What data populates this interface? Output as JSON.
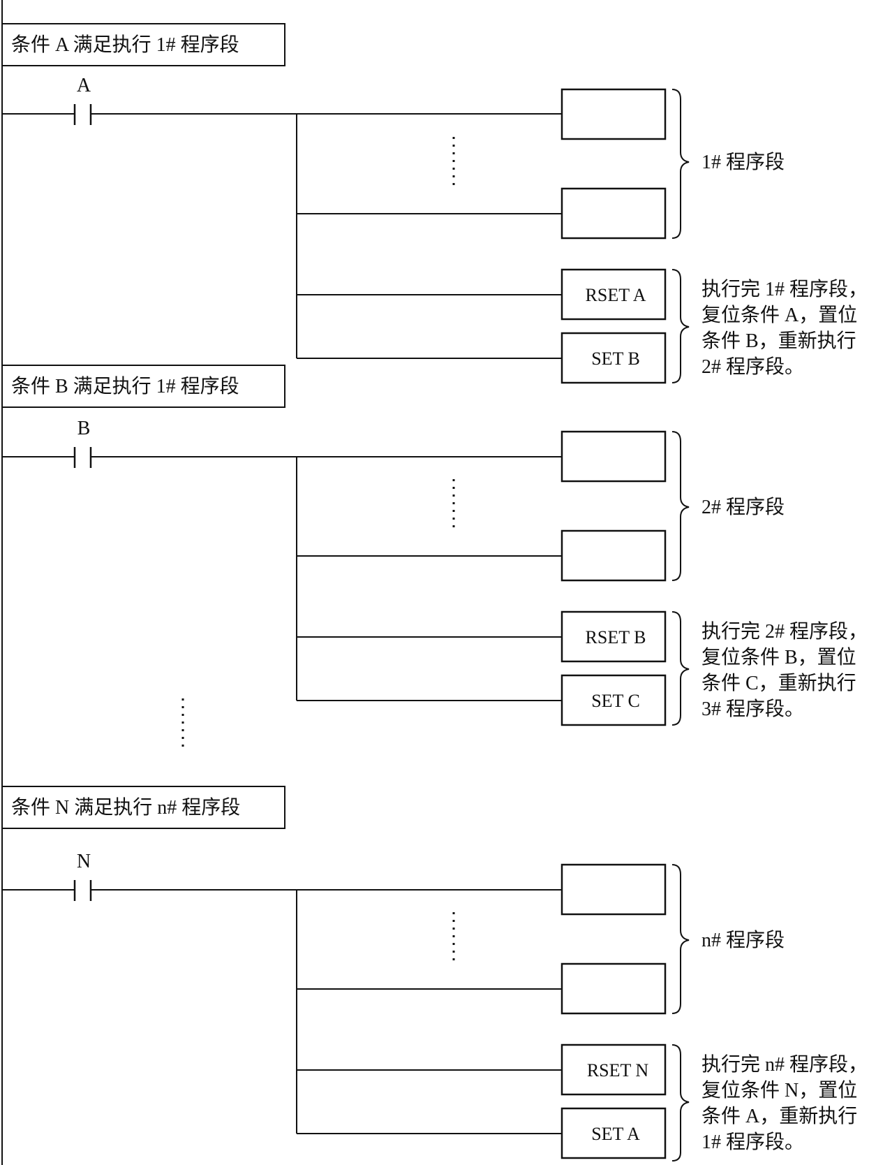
{
  "sections": [
    {
      "header": "条件 A 满足执行 1# 程序段",
      "contact_label": "A",
      "segment_label": "1# 程序段",
      "reset_label": "RSET A",
      "set_label": "SET B",
      "note_lines": [
        "执行完 1# 程序段，",
        "复位条件 A，置位",
        "条件 B，重新执行",
        "2# 程序段。"
      ]
    },
    {
      "header": "条件 B 满足执行 1# 程序段",
      "contact_label": "B",
      "segment_label": "2# 程序段",
      "reset_label": "RSET B",
      "set_label": "SET C",
      "note_lines": [
        "执行完 2# 程序段，",
        "复位条件 B，置位",
        "条件 C，重新执行",
        "3# 程序段。"
      ]
    },
    {
      "header": "条件 N 满足执行 n# 程序段",
      "contact_label": "N",
      "segment_label": "n# 程序段",
      "reset_label": "RSET N",
      "set_label": "SET A",
      "note_lines": [
        "执行完 n# 程序段，",
        "复位条件 N，置位",
        "条件 A，重新执行",
        "1# 程序段。"
      ]
    }
  ]
}
